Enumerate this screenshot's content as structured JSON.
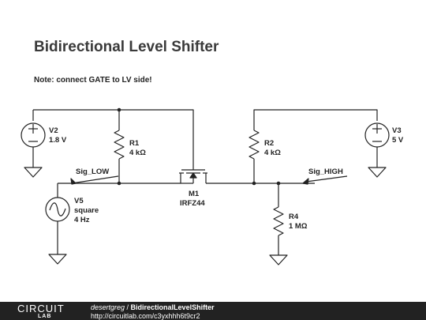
{
  "title": "Bidirectional Level Shifter",
  "note": "Note: connect GATE to LV side!",
  "components": {
    "v2": {
      "name": "V2",
      "value": "1.8 V"
    },
    "v3": {
      "name": "V3",
      "value": "5 V"
    },
    "v5": {
      "name": "V5",
      "type": "square",
      "freq": "4 Hz"
    },
    "r1": {
      "name": "R1",
      "value": "4 kΩ"
    },
    "r2": {
      "name": "R2",
      "value": "4 kΩ"
    },
    "r4": {
      "name": "R4",
      "value": "1 MΩ"
    },
    "m1": {
      "name": "M1",
      "part": "IRFZ44"
    }
  },
  "net_labels": {
    "sig_low": "Sig_LOW",
    "sig_high": "Sig_HIGH"
  },
  "footer": {
    "logo_top": "CIRCUIT",
    "logo_bottom": "LAB",
    "user": "desertgreg",
    "separator": " / ",
    "circuit_name": "BidirectionalLevelShifter",
    "url": "http://circuitlab.com/c3yxhhh6t9cr2"
  }
}
